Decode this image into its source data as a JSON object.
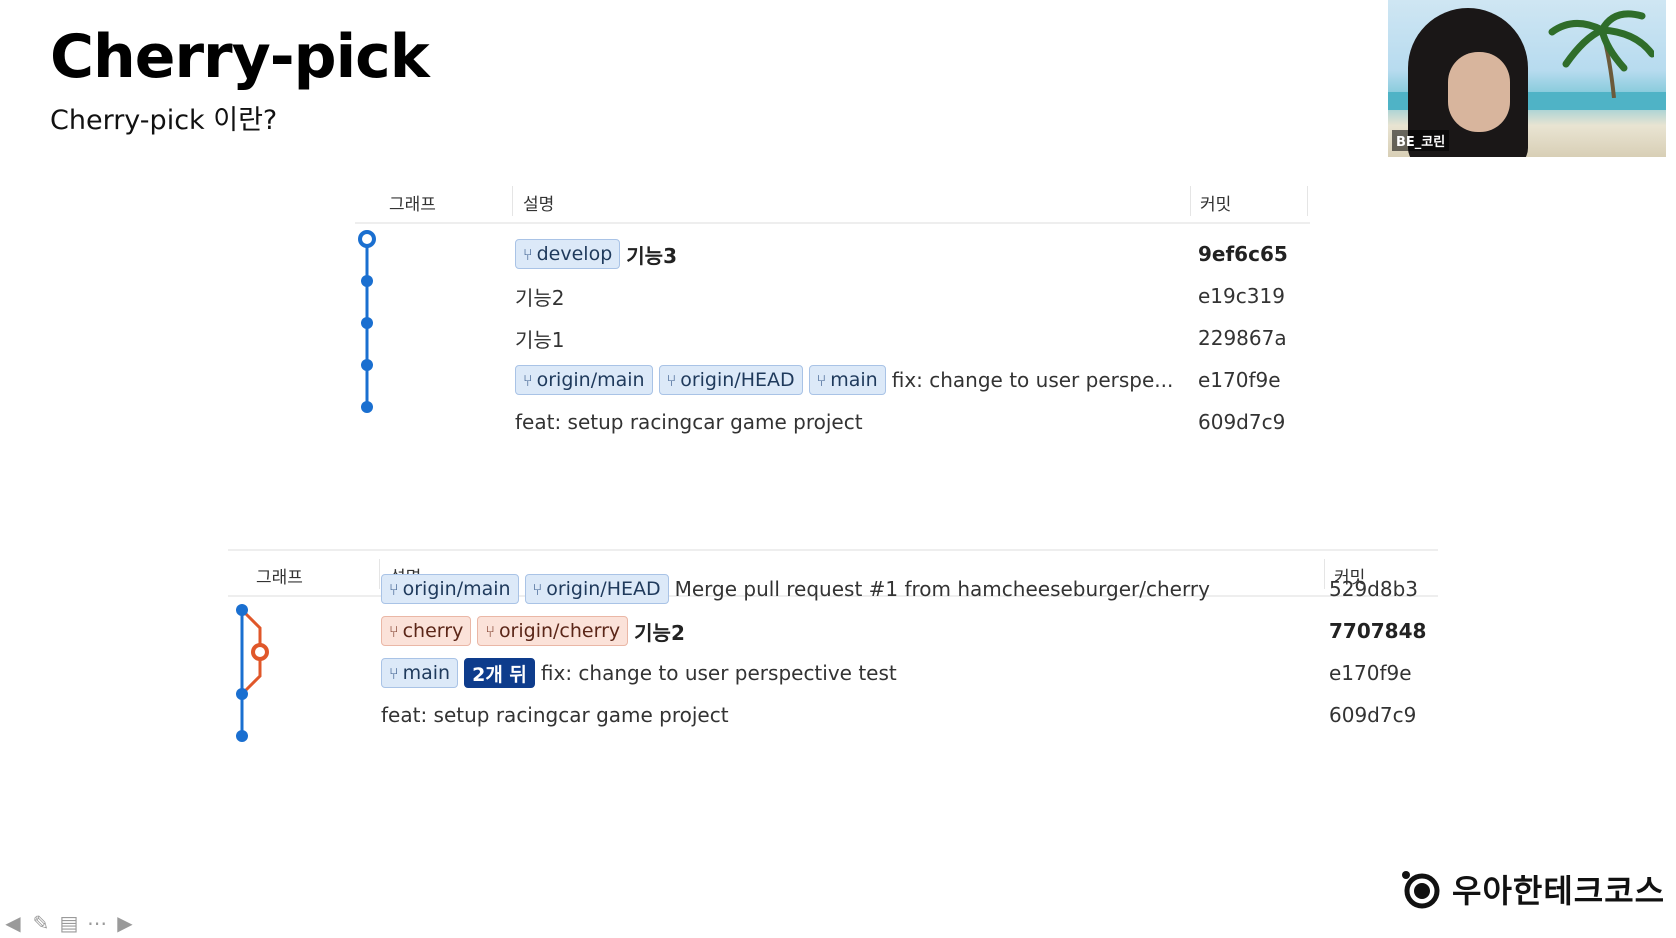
{
  "slide": {
    "title": "Cherry-pick",
    "subtitle": "Cherry-pick 이란?"
  },
  "webcam": {
    "name_tag": "BE_코린"
  },
  "brand": {
    "text": "우아한테크코스",
    "logo_icon": "woowa-logo-icon"
  },
  "colors": {
    "branch_blue": "#1a6fd0",
    "branch_orange": "#e0572a",
    "badge_blue_bg": "#dce9f8",
    "badge_red_bg": "#fbe2d9",
    "badge_dark_bg": "#0e3c8c"
  },
  "table1": {
    "headers": {
      "graph": "그래프",
      "description": "설명",
      "commit": "커밋"
    },
    "rows": [
      {
        "badges": [
          {
            "label": "develop",
            "icon": "branch-icon"
          }
        ],
        "message": "기능3",
        "hash": "9ef6c65",
        "bold": true
      },
      {
        "badges": [],
        "message": "기능2",
        "hash": "e19c319",
        "bold": false
      },
      {
        "badges": [],
        "message": "기능1",
        "hash": "229867a",
        "bold": false
      },
      {
        "badges": [
          {
            "label": "origin/main",
            "icon": "branch-icon"
          },
          {
            "label": "origin/HEAD",
            "icon": "branch-icon"
          },
          {
            "label": "main",
            "icon": "branch-icon"
          }
        ],
        "message": "fix: change to user perspe...",
        "hash": "e170f9e",
        "bold": false
      },
      {
        "badges": [],
        "message": "feat: setup racingcar game project",
        "hash": "609d7c9",
        "bold": false
      }
    ]
  },
  "table2": {
    "headers": {
      "graph": "그래프",
      "description": "설명",
      "commit": "커밋"
    },
    "rows": [
      {
        "badges": [
          {
            "label": "origin/main",
            "icon": "branch-icon",
            "color": "blue"
          },
          {
            "label": "origin/HEAD",
            "icon": "branch-icon",
            "color": "blue"
          }
        ],
        "message": "Merge pull request #1 from hamcheeseburger/cherry",
        "hash": "529d8b3",
        "bold": false
      },
      {
        "badges": [
          {
            "label": "cherry",
            "icon": "branch-icon",
            "color": "red"
          },
          {
            "label": "origin/cherry",
            "icon": "branch-icon",
            "color": "red"
          }
        ],
        "message": "기능2",
        "hash": "7707848",
        "bold": true
      },
      {
        "badges": [
          {
            "label": "main",
            "icon": "branch-icon",
            "color": "blue"
          },
          {
            "label": "2개 뒤",
            "icon": "",
            "color": "dark"
          }
        ],
        "message": "fix: change to user perspective test",
        "hash": "e170f9e",
        "bold": false
      },
      {
        "badges": [],
        "message": "feat: setup racingcar game project",
        "hash": "609d7c9",
        "bold": false
      }
    ]
  },
  "toolbar": {
    "icons": [
      "arrow-left-icon",
      "pen-icon",
      "slides-icon",
      "more-icon",
      "arrow-right-icon"
    ]
  }
}
